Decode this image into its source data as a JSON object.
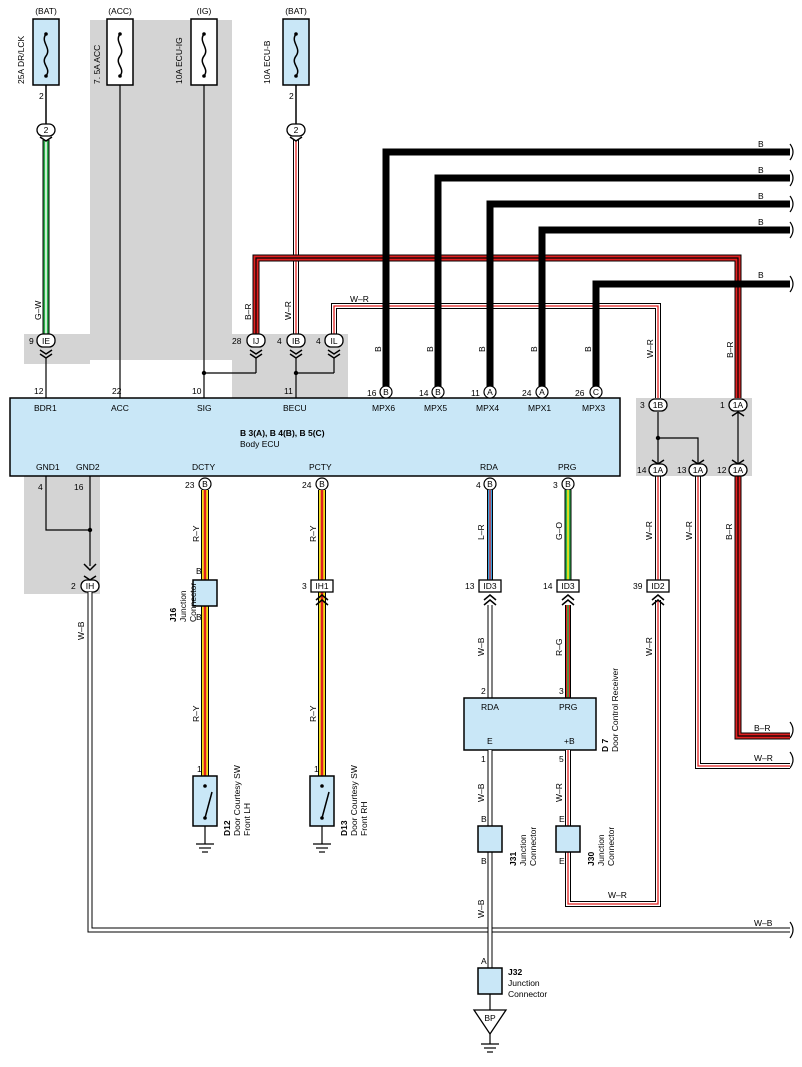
{
  "fuses": {
    "bat1": {
      "source": "(BAT)",
      "name": "25A DR/LCK",
      "pin": "2"
    },
    "acc": {
      "source": "(ACC)",
      "name": "7. 5A ACC"
    },
    "ig": {
      "source": "(IG)",
      "name": "10A ECU-IG"
    },
    "bat2": {
      "source": "(BAT)",
      "name": "10A ECU-B",
      "pin": "2"
    }
  },
  "ecu": {
    "title": "B 3(A), B 4(B), B 5(C)",
    "subtitle": "Body ECU",
    "top_terminals": [
      "BDR1",
      "ACC",
      "SIG",
      "BECU",
      "MPX6",
      "MPX5",
      "MPX4",
      "MPX1",
      "MPX3"
    ],
    "top_pins": [
      "12",
      "22",
      "10",
      "11",
      "16",
      "14",
      "11",
      "24",
      "26"
    ],
    "top_pin_letters": [
      "B",
      "B",
      "A",
      "A",
      "C"
    ],
    "bottom_terminals": [
      "GND1",
      "GND2",
      "DCTY",
      "PCTY",
      "RDA",
      "PRG"
    ],
    "bottom_pins": [
      "4",
      "16",
      "23",
      "24",
      "4",
      "3"
    ],
    "bottom_pin_letters": [
      "B",
      "B",
      "B",
      "B"
    ]
  },
  "connectors": {
    "c2a": "2",
    "c2b": "2",
    "ie": "IE",
    "ie_pin": "9",
    "ij": "IJ",
    "ij_pin": "28",
    "ib": "IB",
    "ib_pin": "4",
    "il": "IL",
    "il_pin": "4",
    "ih": "IH",
    "ih_pin": "2",
    "ih1": "IH1",
    "ih1_pin": "3",
    "id3a": "ID3",
    "id3a_pin": "13",
    "id3b": "ID3",
    "id3b_pin": "14",
    "id2": "ID2",
    "id2_pin": "39",
    "j1b": "1B",
    "j1b_pin": "3",
    "j1a_top": "1A",
    "j1a_top_pin": "1",
    "j1a_b1": "1A",
    "j1a_b1_pin": "14",
    "j1a_b2": "1A",
    "j1a_b2_pin": "13",
    "j1a_b3": "1A",
    "j1a_b3_pin": "12"
  },
  "wires": {
    "gw": "G–W",
    "br": "B–R",
    "wr": "W–R",
    "b": "B",
    "ry": "R–Y",
    "lr": "L–R",
    "go": "G–O",
    "wb": "W–B",
    "rg": "R–G"
  },
  "components": {
    "j16": {
      "id": "J16",
      "name": "Junction\nConnector",
      "line1": "Junction",
      "line2": "Connector",
      "pin": "B"
    },
    "d12": {
      "id": "D12",
      "line1": "Door Courtesy SW",
      "line2": "Front LH",
      "pin": "1"
    },
    "d13": {
      "id": "D13",
      "line1": "Door Courtesy SW",
      "line2": "Front RH",
      "pin": "1"
    },
    "d7": {
      "id": "D 7",
      "line1": "Door Control Receiver",
      "t_rda": "RDA",
      "t_prg": "PRG",
      "t_e": "E",
      "t_b": "+B",
      "p2": "2",
      "p3": "3",
      "p1": "1",
      "p5": "5"
    },
    "j31": {
      "id": "J31",
      "line1": "Junction",
      "line2": "Connector",
      "pin": "B"
    },
    "j30": {
      "id": "J30",
      "line1": "Junction",
      "line2": "Connector",
      "pin": "E"
    },
    "j32": {
      "id": "J32",
      "line1": "Junction",
      "line2": "Connector",
      "pin": "A"
    },
    "bp": {
      "id": "BP"
    }
  }
}
